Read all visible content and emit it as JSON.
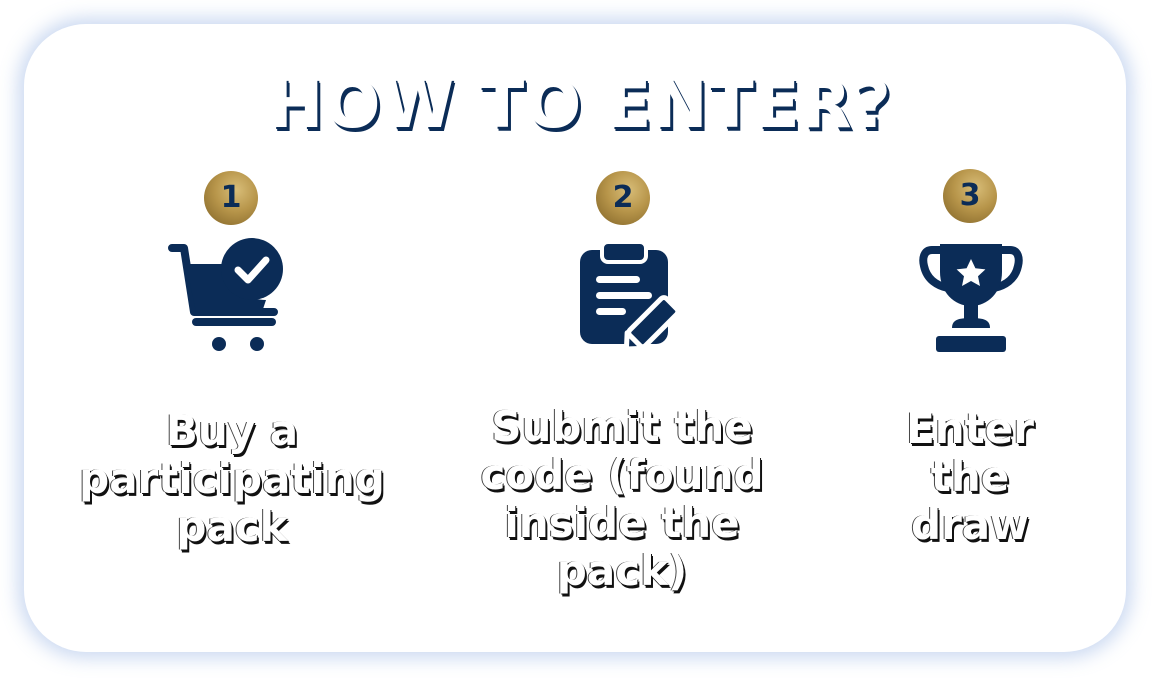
{
  "title": "HOW TO ENTER?",
  "colors": {
    "navy": "#0b2c57",
    "gold": "#b7954a",
    "card_glow": "#8caae1"
  },
  "steps": [
    {
      "number": "1",
      "icon": "shopping-cart-check-icon",
      "label": "Buy a\nparticipating\npack"
    },
    {
      "number": "2",
      "icon": "clipboard-pencil-icon",
      "label": "Submit the\ncode (found\ninside the pack)"
    },
    {
      "number": "3",
      "icon": "trophy-star-icon",
      "label": "Enter\nthe\ndraw"
    }
  ]
}
